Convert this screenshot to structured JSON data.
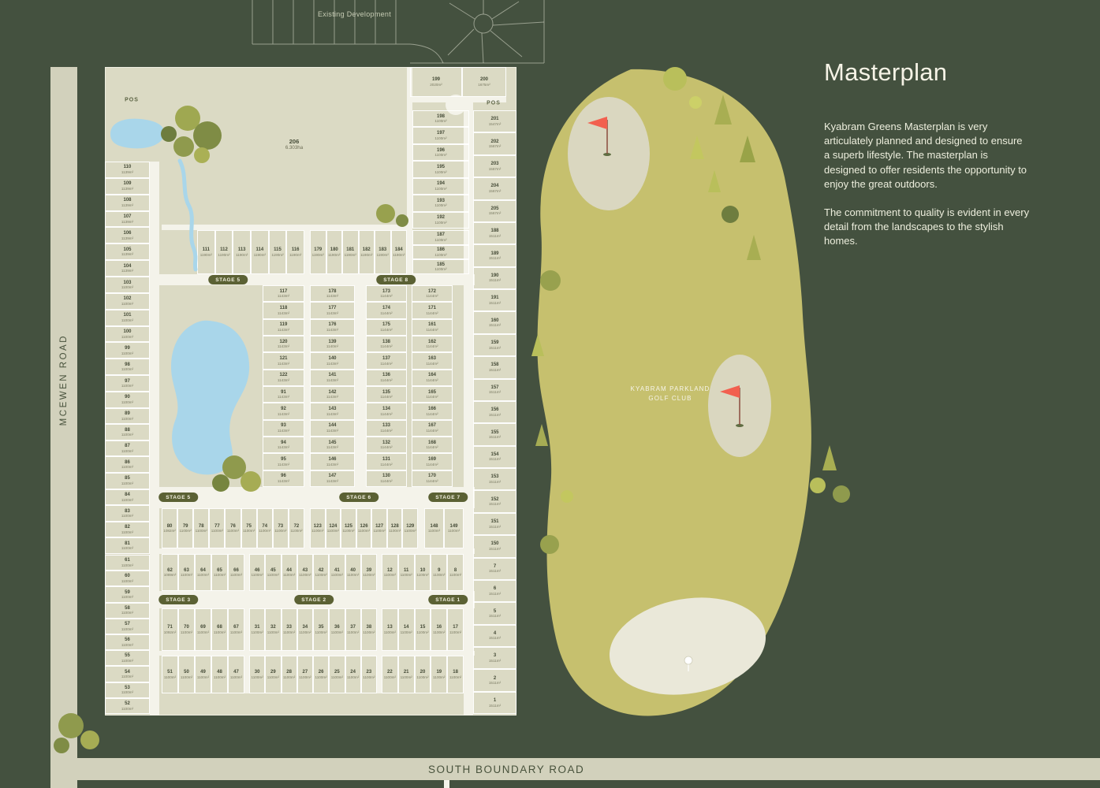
{
  "title_block": {
    "title": "Masterplan",
    "paragraph1": "Kyabram Greens Masterplan is very articulately planned and designed to ensure a superb lifestyle. The masterplan is designed to offer residents the opportunity to enjoy the great outdoors.",
    "paragraph2": "The commitment to quality is evident in every detail from the landscapes to the stylish homes."
  },
  "roads": {
    "west": "MCEWEN ROAD",
    "south": "SOUTH BOUNDARY ROAD",
    "north_area": "Existing Development"
  },
  "golf": {
    "line1": "KYABRAM PARKLAND",
    "line2": "GOLF CLUB"
  },
  "pos_labels": [
    "POS",
    "POS"
  ],
  "special": {
    "lot199": {
      "n": "199",
      "s": "2020m²"
    },
    "lot200": {
      "n": "200",
      "s": "1675m²"
    },
    "lot206": {
      "n": "206",
      "s": "6.303ha"
    }
  },
  "stages": [
    "STAGE 5",
    "STAGE 8",
    "STAGE 5",
    "STAGE 6",
    "STAGE 7",
    "STAGE 3",
    "STAGE 2",
    "STAGE 1"
  ],
  "lots": {
    "west_a": [
      "110|1139m²",
      "109|1139m²",
      "108|1139m²",
      "107|1139m²",
      "106|1139m²",
      "105|1139m²",
      "104|1139m²",
      "103|1100m²",
      "102|1100m²",
      "101|1100m²",
      "100|1100m²",
      "99|1100m²",
      "98|1100m²",
      "97|1100m²"
    ],
    "west_b": [
      "90|1100m²",
      "89|1100m²",
      "88|1100m²",
      "87|1100m²",
      "86|1100m²",
      "85|1100m²",
      "84|1100m²",
      "83|1100m²",
      "82|1100m²",
      "81|1100m²"
    ],
    "west_c": [
      "61|1100m²",
      "60|1100m²",
      "59|1100m²",
      "58|1100m²",
      "57|1100m²",
      "56|1100m²",
      "55|1100m²",
      "54|1100m²",
      "53|1100m²",
      "52|1100m²"
    ],
    "row111": [
      "111|1190m²",
      "112|1190m²",
      "113|1190m²",
      "114|1190m²",
      "115|1190m²",
      "116|1190m²"
    ],
    "row179": [
      "179|1190m²",
      "180|1190m²",
      "181|1190m²",
      "182|1190m²",
      "183|1190m²",
      "184|1190m²"
    ],
    "grid_c1": [
      "117|1143m²",
      "118|1143m²",
      "119|1143m²",
      "120|1143m²",
      "121|1143m²",
      "122|1143m²",
      "91|1143m²",
      "92|1143m²",
      "93|1143m²",
      "94|1143m²",
      "95|1143m²",
      "96|1143m²"
    ],
    "grid_c2": [
      "178|1143m²",
      "177|1143m²",
      "176|1143m²",
      "139|1140m²",
      "140|1143m²",
      "141|1143m²",
      "142|1143m²",
      "143|1143m²",
      "144|1143m²",
      "145|1143m²",
      "146|1143m²",
      "147|1143m²"
    ],
    "grid_c3": [
      "173|1144m²",
      "174|1144m²",
      "175|1144m²",
      "138|1144m²",
      "137|1144m²",
      "136|1144m²",
      "135|1144m²",
      "134|1144m²",
      "133|1144m²",
      "132|1144m²",
      "131|1144m²",
      "130|1144m²"
    ],
    "grid_c4": [
      "172|1144m²",
      "171|1144m²",
      "161|1144m²",
      "162|1144m²",
      "163|1144m²",
      "164|1144m²",
      "165|1144m²",
      "166|1144m²",
      "167|1144m²",
      "168|1144m²",
      "169|1144m²",
      "170|1144m²"
    ],
    "inner_e_a": [
      "198|1100m²",
      "197|1100m²",
      "196|1100m²",
      "195|1100m²",
      "194|1100m²",
      "193|1100m²",
      "192|1100m²"
    ],
    "inner_e_b": [
      "187|1100m²",
      "186|1100m²",
      "185|1100m²"
    ],
    "east_col": [
      "201|1547m²",
      "202|1567m²",
      "203|1567m²",
      "204|1567m²",
      "205|1567m²",
      "188|1511m²",
      "189|1511m²",
      "190|1511m²",
      "191|1511m²",
      "160|1511m²",
      "159|1511m²",
      "158|1511m²",
      "157|1511m²",
      "156|1511m²",
      "155|1511m²",
      "154|1511m²",
      "153|1511m²",
      "152|1511m²",
      "151|1511m²",
      "150|1511m²",
      "7|1511m²",
      "6|1511m²",
      "5|1511m²",
      "4|1511m²",
      "3|1511m²",
      "2|1511m²",
      "1|1511m²"
    ],
    "mid_a": [
      "80|1082m²",
      "79|1100m²",
      "78|1100m²",
      "77|1100m²",
      "76|1100m²",
      "75|1100m²",
      "74|1100m²",
      "73|1100m²",
      "72|1100m²"
    ],
    "mid_b": [
      "123|1100m²",
      "124|1100m²",
      "125|1100m²",
      "126|1100m²",
      "127|1100m²",
      "128|1100m²",
      "129|1100m²"
    ],
    "mid_c": [
      "148|1100m²",
      "149|1100m²"
    ],
    "rowA_left": [
      "62|1089m²",
      "63|1100m²",
      "64|1100m²",
      "65|1100m²",
      "66|1100m²"
    ],
    "rowA_mid": [
      "46|1100m²",
      "45|1100m²",
      "44|1100m²",
      "43|1100m²",
      "42|1100m²",
      "41|1100m²",
      "40|1100m²",
      "39|1100m²"
    ],
    "rowA_right": [
      "12|1100m²",
      "11|1100m²",
      "10|1100m²",
      "9|1100m²",
      "8|1100m²"
    ],
    "rowB_left": [
      "71|1092m²",
      "70|1100m²",
      "69|1100m²",
      "68|1100m²",
      "67|1100m²"
    ],
    "rowB_mid": [
      "31|1100m²",
      "32|1100m²",
      "33|1100m²",
      "34|1100m²",
      "35|1100m²",
      "36|1100m²",
      "37|1100m²",
      "38|1100m²"
    ],
    "rowB_right": [
      "13|1100m²",
      "14|1100m²",
      "15|1100m²",
      "16|1100m²",
      "17|1100m²"
    ],
    "rowC_left": [
      "51|1100m²",
      "50|1100m²",
      "49|1100m²",
      "48|1100m²",
      "47|1100m²"
    ],
    "rowC_mid": [
      "30|1100m²",
      "29|1100m²",
      "28|1100m²",
      "27|1100m²",
      "26|1100m²",
      "25|1100m²",
      "24|1100m²",
      "23|1100m²"
    ],
    "rowC_right": [
      "22|1100m²",
      "21|1100m²",
      "20|1100m²",
      "19|1100m²",
      "18|1100m²"
    ]
  },
  "colors": {
    "background": "#44513f",
    "estate": "#dbdac4",
    "road": "#d2d1bc",
    "golf_course": "#c6c06e",
    "water": "#a9d6ea",
    "flag": "#f2604f",
    "stage_pill": "#5b6134"
  }
}
